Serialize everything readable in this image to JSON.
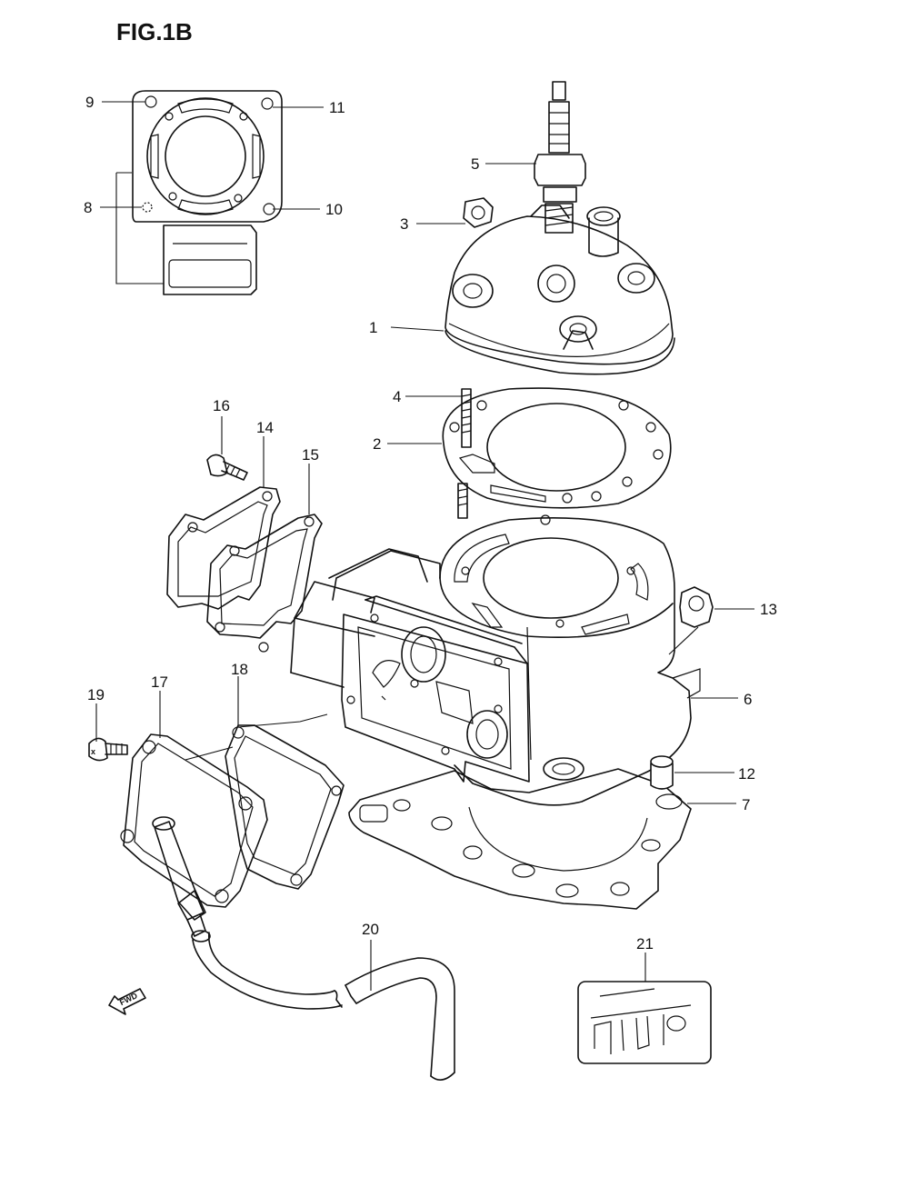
{
  "figure": {
    "title": "FIG.1B",
    "fwd_label": "FWD"
  },
  "callouts": [
    {
      "id": "1",
      "label": "1"
    },
    {
      "id": "2",
      "label": "2"
    },
    {
      "id": "3",
      "label": "3"
    },
    {
      "id": "4",
      "label": "4"
    },
    {
      "id": "5",
      "label": "5"
    },
    {
      "id": "6",
      "label": "6"
    },
    {
      "id": "7",
      "label": "7"
    },
    {
      "id": "8",
      "label": "8"
    },
    {
      "id": "9",
      "label": "9"
    },
    {
      "id": "10",
      "label": "10"
    },
    {
      "id": "11",
      "label": "11"
    },
    {
      "id": "12",
      "label": "12"
    },
    {
      "id": "13",
      "label": "13"
    },
    {
      "id": "14",
      "label": "14"
    },
    {
      "id": "15",
      "label": "15"
    },
    {
      "id": "16",
      "label": "16"
    },
    {
      "id": "17",
      "label": "17"
    },
    {
      "id": "18",
      "label": "18"
    },
    {
      "id": "19",
      "label": "19"
    },
    {
      "id": "20",
      "label": "20"
    },
    {
      "id": "21",
      "label": "21"
    }
  ]
}
